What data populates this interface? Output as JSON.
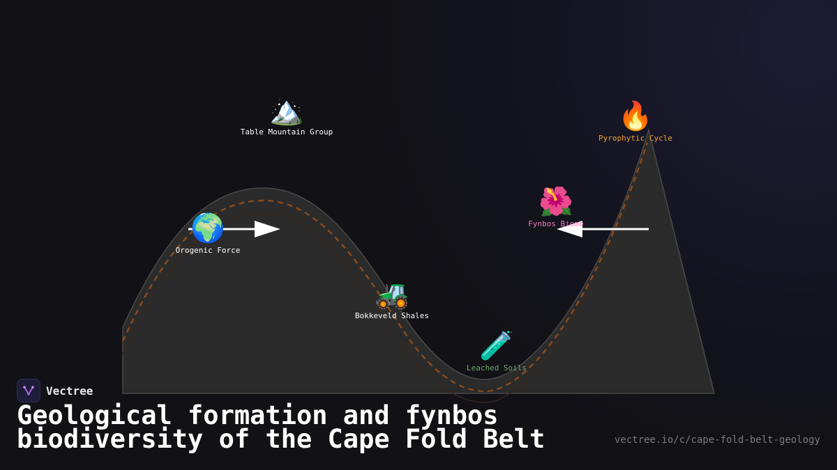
{
  "brand": {
    "name": "Vectree"
  },
  "title": "Geological formation and fynbos biodiversity of the Cape Fold Belt",
  "url": "vectree.io/c/cape-fold-belt-geology",
  "nodes": {
    "table_mountain": {
      "label": "Table Mountain Group",
      "icon": "🏔️",
      "color": "#ffffff"
    },
    "orogenic_force": {
      "label": "Orogenic Force",
      "icon": "🌍",
      "color": "#ffffff"
    },
    "bokkeveld": {
      "label": "Bokkeveld Shales",
      "icon": "🚜",
      "color": "#ffffff"
    },
    "leached_soils": {
      "label": "Leached Soils",
      "icon": "🧪",
      "color": "#6fa86f"
    },
    "fynbos_biome": {
      "label": "Fynbos Biome",
      "icon": "🌺",
      "color": "#f07ab8"
    },
    "pyrophytic": {
      "label": "Pyrophytic Cycle",
      "icon": "🔥",
      "color": "#f0a030"
    }
  },
  "colors": {
    "background": "#111116",
    "terrain_fill": "#2b2b2b",
    "path_dash": "#8a4a1e",
    "arrow": "#ffffff"
  }
}
